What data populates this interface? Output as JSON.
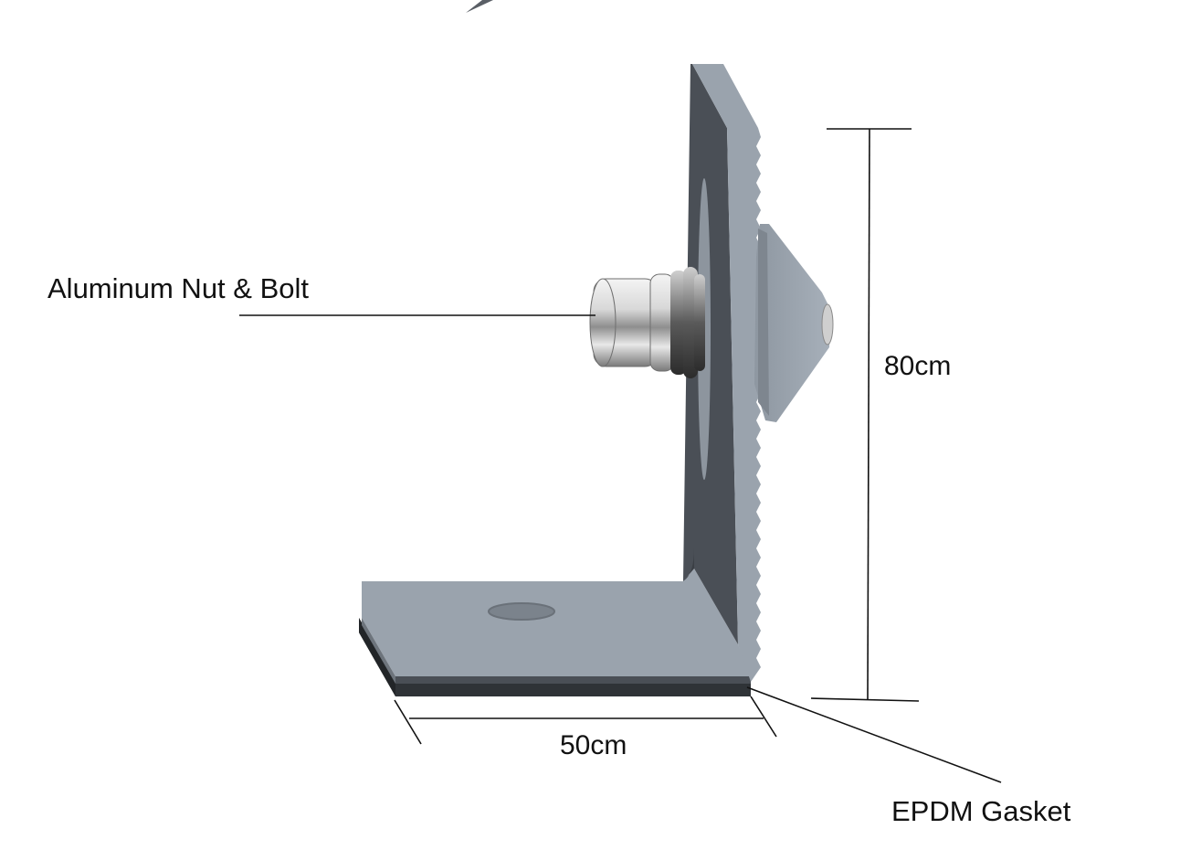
{
  "labels": {
    "nut_bolt": "Aluminum Nut & Bolt",
    "height": "80cm",
    "width": "50cm",
    "gasket": "EPDM Gasket"
  },
  "colors": {
    "bracket_face": "#9aa3ad",
    "bracket_side": "#4a4f56",
    "bracket_dark": "#3b3f45",
    "gasket": "#2f3337",
    "bolt_light": "#e6e6e6",
    "bolt_mid": "#a8a8a8",
    "line": "#111111"
  }
}
